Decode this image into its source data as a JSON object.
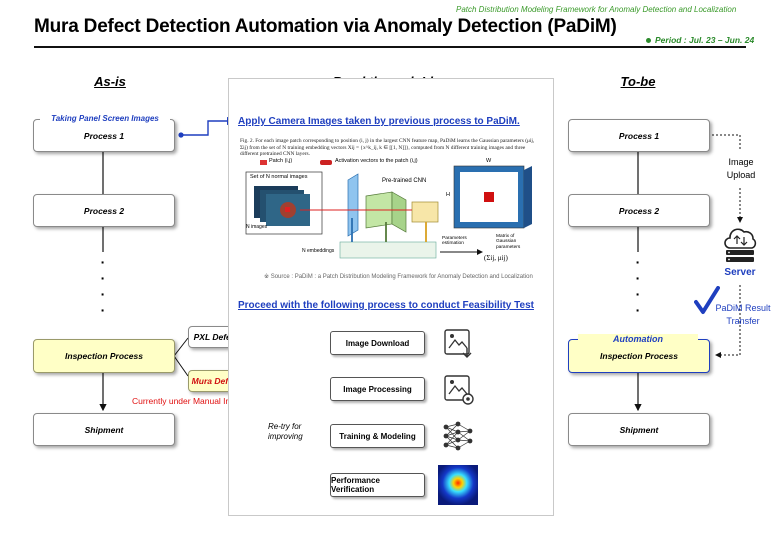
{
  "header": {
    "title": "Mura Defect Detection Automation via Anomaly Detection (PaDiM)",
    "subtitle": "Patch Distribution Modeling Framework for Anomaly Detection and Localization",
    "period": "Period : Jul. 23 – Jun. 24"
  },
  "columns": {
    "asis": "As-is",
    "idea": "Breakthrough Idea",
    "tobe": "To-be"
  },
  "asis": {
    "caption": "Taking Panel Screen Images",
    "process1": "Process 1",
    "process2": "Process 2",
    "inspection": "Inspection Process",
    "shipment": "Shipment",
    "pxl": "PXL Defect",
    "mura": "Mura Defect",
    "manual_note": "Currently under Manual Inspection"
  },
  "idea": {
    "apply_link": "Apply Camera Images taken by previous process to PaDiM.",
    "fig_caption": "Fig. 2.  For each image patch corresponding to position (i, j) in the largest CNN feature map, PaDiM learns the Gaussian parameters (μij, Σij) from the set of N training embedding vectors Xij = {x^k_ij, k ∈ [[1, N]]}, computed from N different training images and three different pretrained CNN layers.",
    "fig": {
      "patch_legend": "Patch (i,j)",
      "activation_legend": "Activation vectors to the patch (i,j)",
      "normal_images": "Set of N normal images",
      "n_images": "N images",
      "pretrained_cnn": "Pre-trained CNN",
      "n_embeddings": "N embeddings",
      "params_estimation": "Parameters estimation",
      "matrix_label": "Matrix of Gaussian parameters",
      "sigma_mu": "(Σij, μij)",
      "w": "W",
      "h": "H"
    },
    "source": "※ Source : PaDiM : a Patch Distribution Modeling Framework for Anomaly Detection and Localization",
    "proceed_link": "Proceed with the following process to conduct Feasibility Test",
    "steps": [
      "Image Download",
      "Image Processing",
      "Training & Modeling",
      "Performance Verification"
    ],
    "retry": "Re-try for improving"
  },
  "tobe": {
    "process1": "Process 1",
    "process2": "Process 2",
    "image_upload": "Image Upload",
    "server": "Server",
    "result_transfer": "PaDiM Result Transfer",
    "automation": "Automation",
    "inspection": "Inspection Process",
    "shipment": "Shipment"
  },
  "colors": {
    "accent_blue": "#1f3fbf",
    "green": "#2b8a2b",
    "highlight": "#ffffc6",
    "red": "#e01010"
  }
}
